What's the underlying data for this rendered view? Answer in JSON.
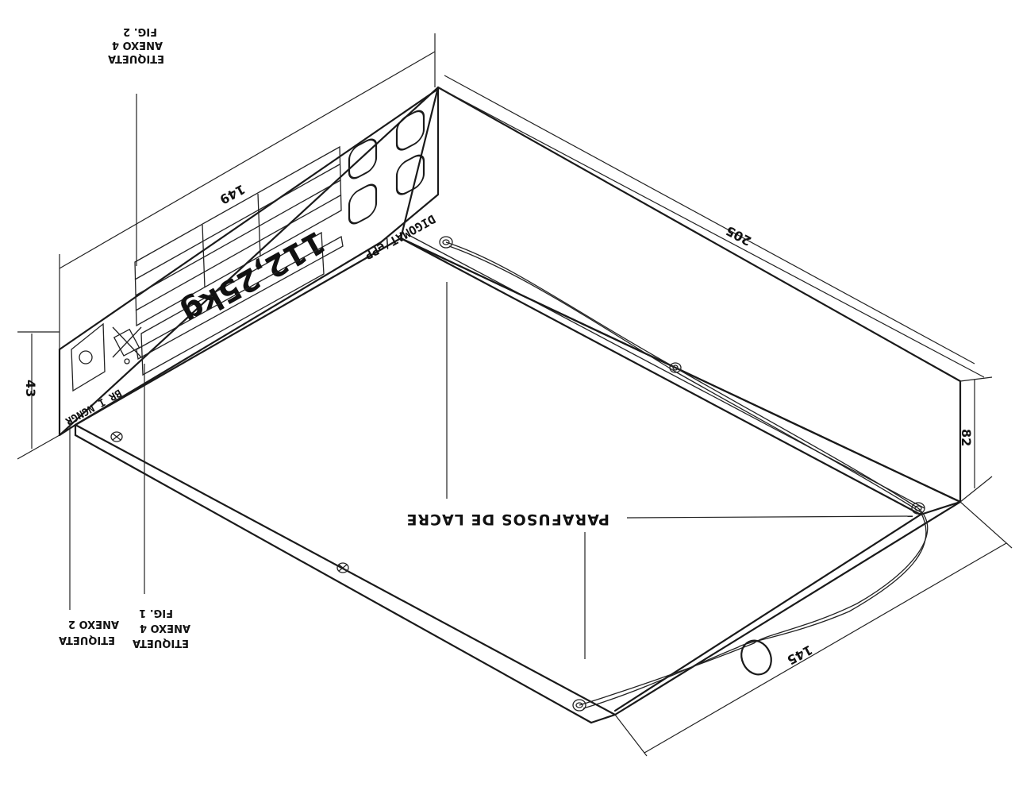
{
  "drawing": {
    "title": "Isometric drawing of device enclosure (rotated 180°)"
  },
  "labels": {
    "seal_screws": "PARAFUSOS DE LACRE",
    "label_annex2_line1": "ETIQUETA",
    "label_annex2_line2": "ANEXO 2",
    "label_annex4_fig1_line1": "ETIQUETA",
    "label_annex4_fig1_line2": "ANEXO 4",
    "label_annex4_fig1_line3": "FIG. 1",
    "label_annex4_fig2_line1": "ETIQUETA",
    "label_annex4_fig2_line2": "ANEXO 4",
    "label_annex4_fig2_line3": "FIG. 2"
  },
  "dimensions": {
    "width": "149",
    "depth": "205",
    "height_left": "43",
    "height_right": "82",
    "front_depth": "145"
  },
  "front_panel": {
    "weight": "112,25kg",
    "brand": "DIGOMAT/ePP",
    "maker_stamp": "BR I NGNGR"
  }
}
